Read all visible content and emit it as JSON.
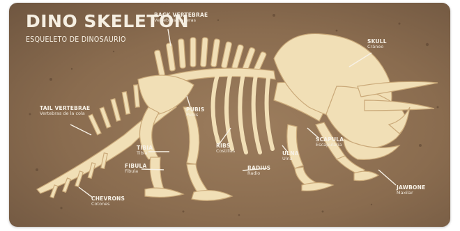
{
  "title": "DINO SKELETON",
  "subtitle": "ESQUELETO DE DINOSAURIO",
  "labels": {
    "back_vertebrae": {
      "en": "BACK VERTEBRAE",
      "es": "Vertebras traseras"
    },
    "skull": {
      "en": "SKULL",
      "es": "Cráneo"
    },
    "tail_vertebrae": {
      "en": "TAIL VERTEBRAE",
      "es": "Vertebras de la cola"
    },
    "pubis": {
      "en": "PUBIS",
      "es": "Pubis"
    },
    "ribs": {
      "en": "RIBS",
      "es": "Costillas"
    },
    "scapula": {
      "en": "SCAPULA",
      "es": "Escapularia"
    },
    "ulna": {
      "en": "ULNA",
      "es": "Ulna"
    },
    "tibia": {
      "en": "TIBIA",
      "es": "Tibia"
    },
    "fibula": {
      "en": "FIBULA",
      "es": "Fibula"
    },
    "radius": {
      "en": "RADIUS",
      "es": "Radio"
    },
    "chevrons": {
      "en": "CHEVRONS",
      "es": "Cotones"
    },
    "jawbone": {
      "en": "JAWBONE",
      "es": "Maxilar"
    }
  },
  "colors": {
    "background": "#8a6c4f",
    "bone": "#f1dfb6",
    "bone_shadow": "#caa979",
    "text": "#f7f1e6"
  }
}
